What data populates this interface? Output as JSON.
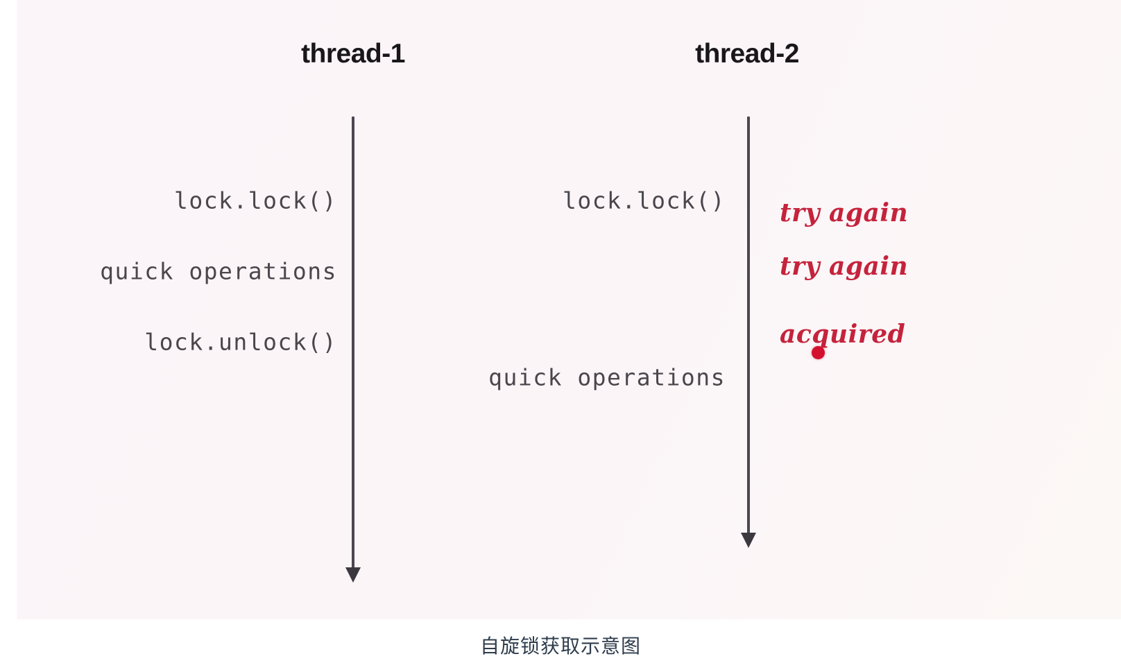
{
  "panel": {
    "background_color": "#fbf5f8",
    "page_background": "#ffffff"
  },
  "colors": {
    "heading": "#19171a",
    "code_text": "#4a464b",
    "timeline": "#4b4750",
    "annotation_red": "#c5233c",
    "dot_red": "#d4102f",
    "caption": "#2f3c4d"
  },
  "threads": [
    {
      "id": "thread-1",
      "heading": "thread-1",
      "steps": [
        {
          "label": "lock.lock()"
        },
        {
          "label": "quick operations"
        },
        {
          "label": "lock.unlock()"
        }
      ]
    },
    {
      "id": "thread-2",
      "heading": "thread-2",
      "steps": [
        {
          "label": "lock.lock()"
        },
        {
          "label": "quick operations"
        }
      ]
    }
  ],
  "annotations": [
    {
      "text": "try again"
    },
    {
      "text": "try again"
    },
    {
      "text": "acquired"
    }
  ],
  "caption": "自旋锁获取示意图"
}
